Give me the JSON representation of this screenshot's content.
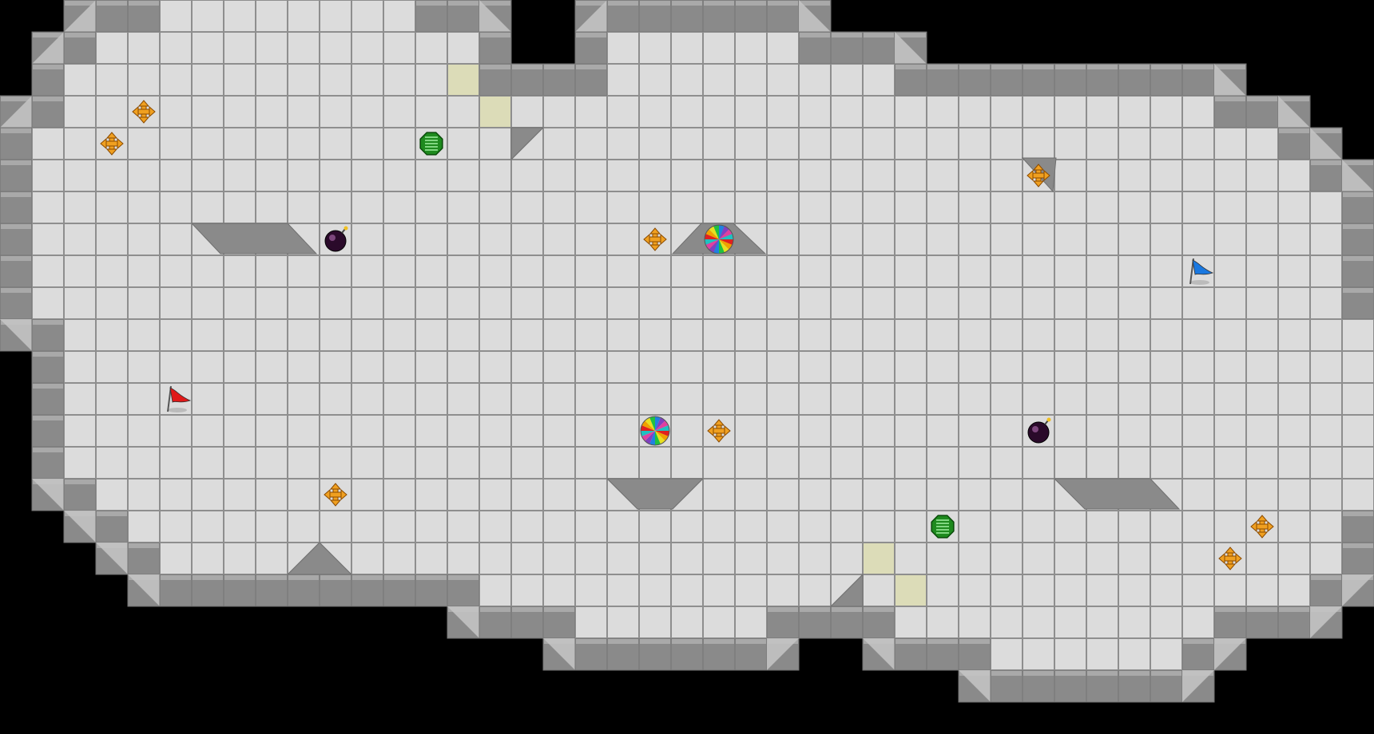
{
  "map": {
    "cols": 43,
    "rows": 22,
    "colors": {
      "background": "#000000",
      "floor": "#dcdcdc",
      "grid": "#8e8e8e",
      "wall": "#8a8a8a",
      "wall_top": "#a9a9a9",
      "bevel": "#c6c6c6",
      "tint": "#dcdcb8",
      "red_flag": "#e01818",
      "blue_flag": "#1a78e0",
      "boost": "#f0a020",
      "bomb": "#2a0a2a",
      "portal_a": "#e8c000",
      "gate": "#1e8a1e"
    }
  },
  "entities": [
    {
      "type": "red-flag",
      "col": 5,
      "row": 12
    },
    {
      "type": "blue-flag",
      "col": 37,
      "row": 8
    },
    {
      "type": "boost",
      "col": 4,
      "row": 3
    },
    {
      "type": "boost",
      "col": 3,
      "row": 4
    },
    {
      "type": "boost",
      "col": 20,
      "row": 7
    },
    {
      "type": "boost",
      "col": 32,
      "row": 5
    },
    {
      "type": "boost",
      "col": 22,
      "row": 13
    },
    {
      "type": "boost",
      "col": 10,
      "row": 15
    },
    {
      "type": "boost",
      "col": 39,
      "row": 16
    },
    {
      "type": "boost",
      "col": 38,
      "row": 17
    },
    {
      "type": "bomb",
      "col": 10,
      "row": 7
    },
    {
      "type": "bomb",
      "col": 32,
      "row": 13
    },
    {
      "type": "portal",
      "col": 22,
      "row": 7
    },
    {
      "type": "portal",
      "col": 20,
      "row": 13
    },
    {
      "type": "gate",
      "col": 13,
      "row": 4
    },
    {
      "type": "gate",
      "col": 29,
      "row": 16
    }
  ],
  "tinted_tiles": [
    {
      "col": 14,
      "row": 2
    },
    {
      "col": 15,
      "row": 3
    },
    {
      "col": 27,
      "row": 17
    },
    {
      "col": 28,
      "row": 18
    }
  ],
  "floor_rows": [
    [
      [
        5,
        12
      ]
    ],
    [
      [
        3,
        14
      ],
      [
        19,
        24
      ]
    ],
    [
      [
        2,
        14
      ],
      [
        19,
        27
      ]
    ],
    [
      [
        2,
        15
      ],
      [
        16,
        37
      ]
    ],
    [
      [
        1,
        39
      ]
    ],
    [
      [
        1,
        40
      ]
    ],
    [
      [
        1,
        41
      ]
    ],
    [
      [
        1,
        41
      ]
    ],
    [
      [
        1,
        41
      ]
    ],
    [
      [
        1,
        41
      ]
    ],
    [
      [
        2,
        42
      ]
    ],
    [
      [
        2,
        42
      ]
    ],
    [
      [
        2,
        42
      ]
    ],
    [
      [
        2,
        42
      ]
    ],
    [
      [
        2,
        42
      ]
    ],
    [
      [
        3,
        42
      ]
    ],
    [
      [
        4,
        41
      ]
    ],
    [
      [
        5,
        13
      ],
      [
        14,
        41
      ]
    ],
    [
      [
        15,
        27
      ],
      [
        28,
        40
      ]
    ],
    [
      [
        18,
        23
      ],
      [
        28,
        37
      ]
    ],
    [
      [
        31,
        36
      ]
    ]
  ]
}
